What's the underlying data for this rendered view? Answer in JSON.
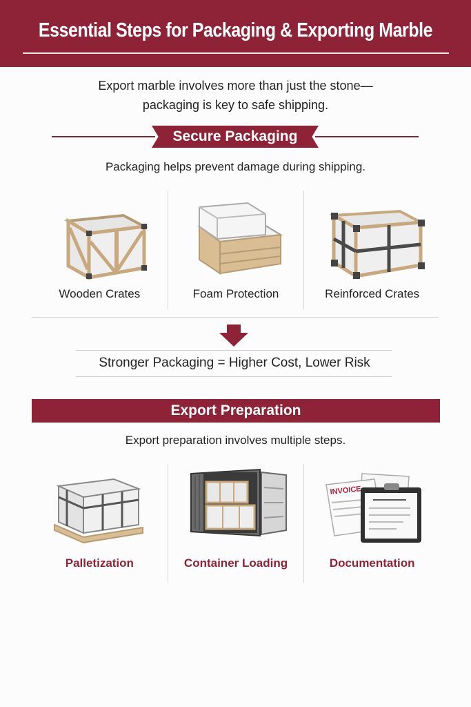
{
  "header": {
    "title": "Essential Steps for Packaging & Exporting Marble"
  },
  "intro": {
    "line1": "Export marble involves more than just the stone—",
    "line2": "packaging is key to safe shipping."
  },
  "secure_packaging": {
    "title": "Secure Packaging",
    "subtitle": "Packaging helps prevent damage during shipping.",
    "items": [
      {
        "label": "Wooden Crates",
        "icon": "wooden-crate-icon"
      },
      {
        "label": "Foam Protection",
        "icon": "foam-protection-icon"
      },
      {
        "label": "Reinforced Crates",
        "icon": "reinforced-crate-icon"
      }
    ]
  },
  "summary": {
    "arrow_icon": "down-arrow-icon",
    "equation": "Stronger Packaging = Higher Cost, Lower Risk"
  },
  "export_preparation": {
    "title": "Export Preparation",
    "subtitle": "Export preparation involves multiple steps.",
    "items": [
      {
        "label": "Palletization",
        "icon": "pallet-icon"
      },
      {
        "label": "Container Loading",
        "icon": "shipping-container-icon"
      },
      {
        "label": "Documentation",
        "icon": "documents-icon",
        "doc_text": "INVOICE"
      }
    ]
  },
  "colors": {
    "accent": "#8e2236",
    "background": "#fdfcfc",
    "text": "#222222",
    "wood": "#d9bd93",
    "steel": "#4a4a4a"
  }
}
